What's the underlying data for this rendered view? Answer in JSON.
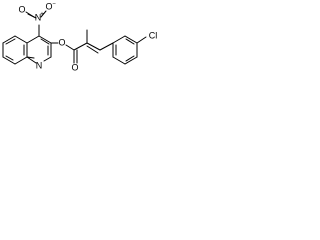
{
  "molecule": {
    "nitro_n": "N",
    "nitro_o_top": "O",
    "nitro_o_left": "O",
    "nitro_n_charge": "+",
    "nitro_o_charge": "−",
    "ester_o_ring": "O",
    "ring_n": "N",
    "carbonyl_o": "O",
    "chloro": "Cl"
  }
}
